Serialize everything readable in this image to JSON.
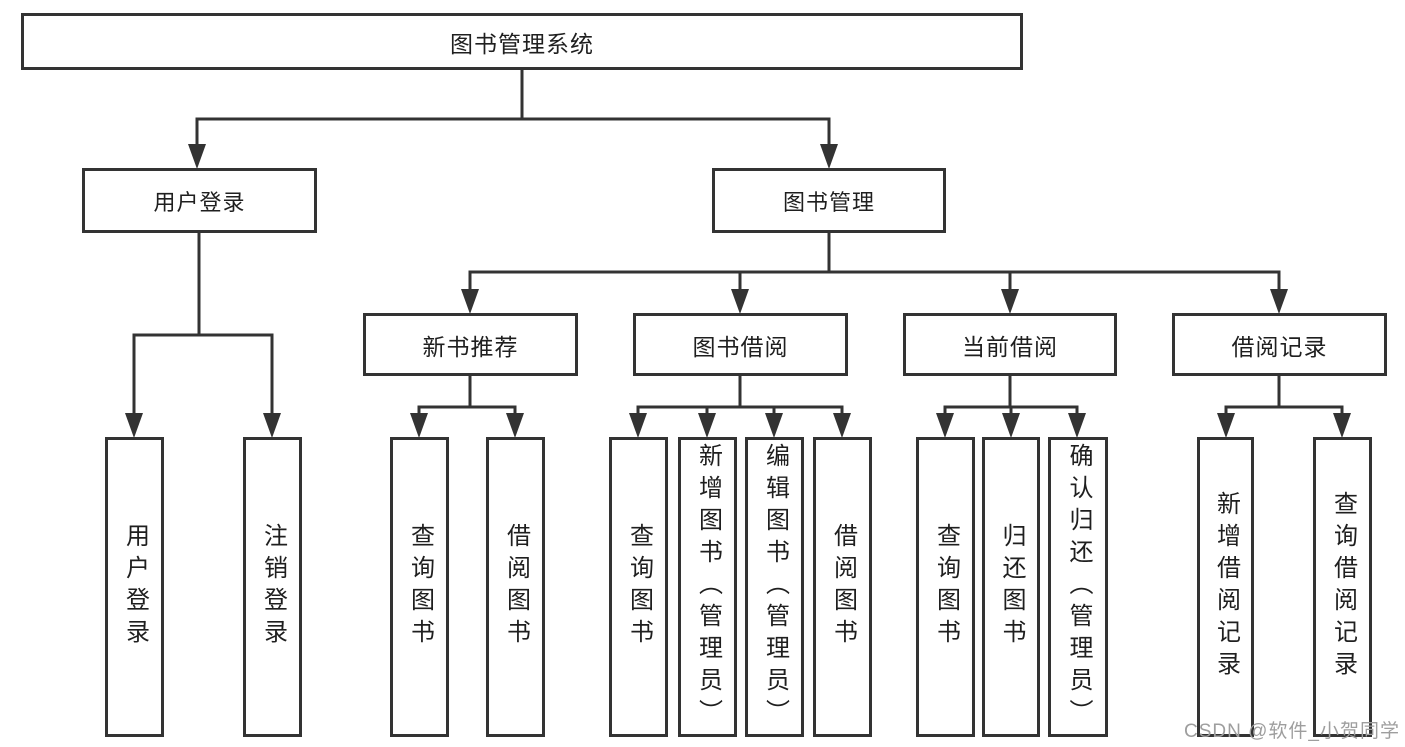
{
  "diagram": {
    "root_label": "图书管理系统",
    "login_branch": {
      "label": "用户登录",
      "leaves": [
        "用户登录",
        "注销登录"
      ]
    },
    "mgmt_branch": {
      "label": "图书管理",
      "sections": [
        {
          "label": "新书推荐",
          "leaves": [
            "查询图书",
            "借阅图书"
          ]
        },
        {
          "label": "图书借阅",
          "leaves": [
            "查询图书",
            "新增图书（管理员）",
            "编辑图书（管理员）",
            "借阅图书"
          ]
        },
        {
          "label": "当前借阅",
          "leaves": [
            "查询图书",
            "归还图书",
            "确认归还（管理员）"
          ]
        },
        {
          "label": "借阅记录",
          "leaves": [
            "新增借阅记录",
            "查询借阅记录"
          ]
        }
      ]
    }
  },
  "watermark": {
    "text": "CSDN @软件_小贺同学",
    "color": "#9e9e9e"
  },
  "colors": {
    "line": "#333333",
    "node_border": "#333333",
    "node_bg": "#ffffff",
    "text": "#1f1f1f",
    "canvas_bg": "#ffffff"
  }
}
